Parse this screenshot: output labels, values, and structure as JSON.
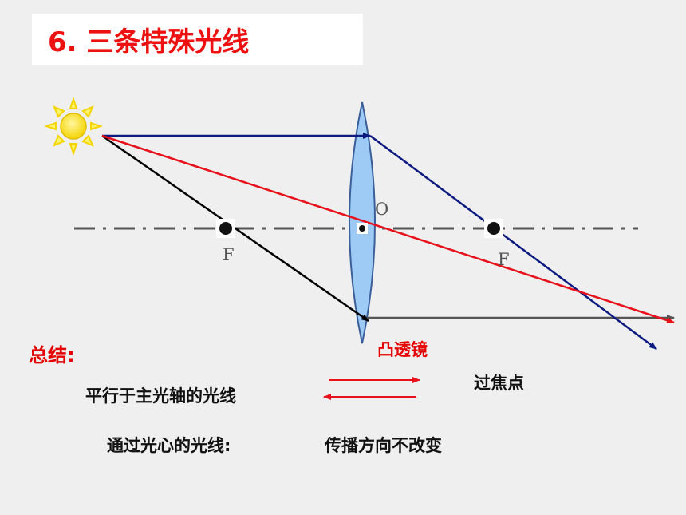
{
  "title": "6. 三条特殊光线",
  "labels": {
    "focus_left": "F",
    "optical_center": "O",
    "focus_right": "F",
    "lens_name": "凸透镜"
  },
  "summary": {
    "heading": "总结:",
    "parallel_ray": "平行于主光轴的光线",
    "through_focus": "过焦点",
    "center_ray": "通过光心的光线:",
    "center_result": "传播方向不改变"
  },
  "colors": {
    "title": "#ee1111",
    "parallel_ray": "#0d1a80",
    "center_ray": "#e8101a",
    "focus_ray": "#000000",
    "lens_fill": "#9ecbf5",
    "axis": "#555555"
  },
  "icons": [
    "sun-icon",
    "focal-point-marker",
    "optical-center-marker",
    "arrow-right-icon",
    "arrow-left-icon"
  ]
}
